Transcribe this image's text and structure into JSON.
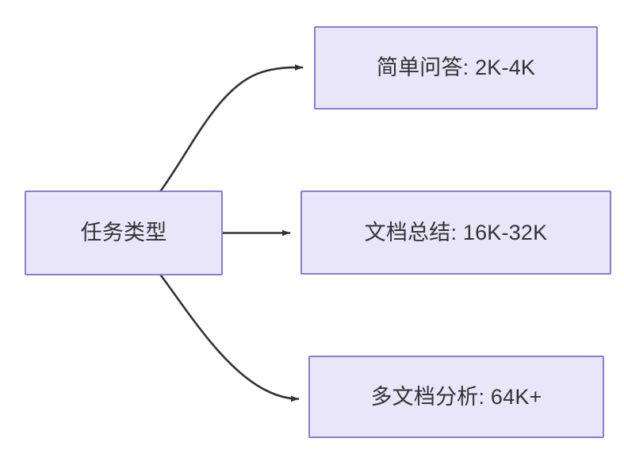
{
  "diagram": {
    "type": "flowchart",
    "direction": "left-to-right",
    "background_color": "#ffffff",
    "node_fill_color": "#e9e6fa",
    "node_border_color": "#8d7bd4",
    "node_text_color": "#333333",
    "edge_color": "#333333"
  },
  "nodes": {
    "root": {
      "label": "任务类型"
    },
    "simple_qa": {
      "label": "简单问答: 2K-4K"
    },
    "doc_summary": {
      "label": "文档总结: 16K-32K"
    },
    "multi_doc": {
      "label": "多文档分析: 64K+"
    }
  },
  "edges": [
    {
      "from": "root",
      "to": "simple_qa",
      "style": "curved",
      "arrowhead": "solid-triangle"
    },
    {
      "from": "root",
      "to": "doc_summary",
      "style": "straight",
      "arrowhead": "solid-triangle"
    },
    {
      "from": "root",
      "to": "multi_doc",
      "style": "curved",
      "arrowhead": "solid-triangle"
    }
  ]
}
